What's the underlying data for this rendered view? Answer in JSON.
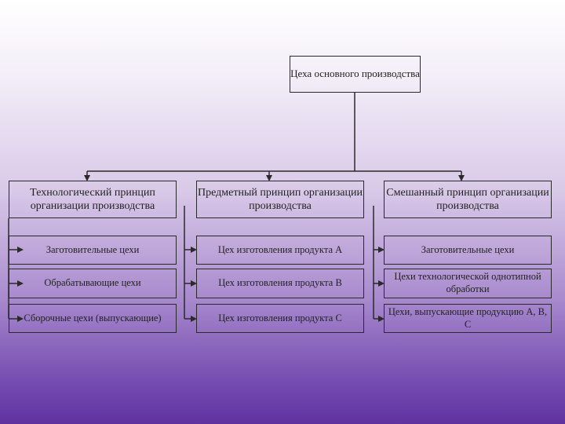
{
  "root": {
    "label": "Цеха основного производства"
  },
  "principles": [
    {
      "title": "Технологический принцип организации производства",
      "items": [
        "Заготовительные цехи",
        "Обрабатывающие цехи",
        "Сборочные цехи (выпускающие)"
      ]
    },
    {
      "title": "Предметный принцип организации производства",
      "items": [
        "Цех изготовления продукта А",
        "Цех изготовления продукта В",
        "Цех изготовления продукта С"
      ]
    },
    {
      "title": "Смешанный принцип организации производства",
      "items": [
        "Заготовительные цехи",
        "Цехи технологической однотипной обработки",
        "Цехи, выпускающие продукцию А, В, С"
      ]
    }
  ],
  "colors": {
    "line": "#2a2a2a"
  }
}
